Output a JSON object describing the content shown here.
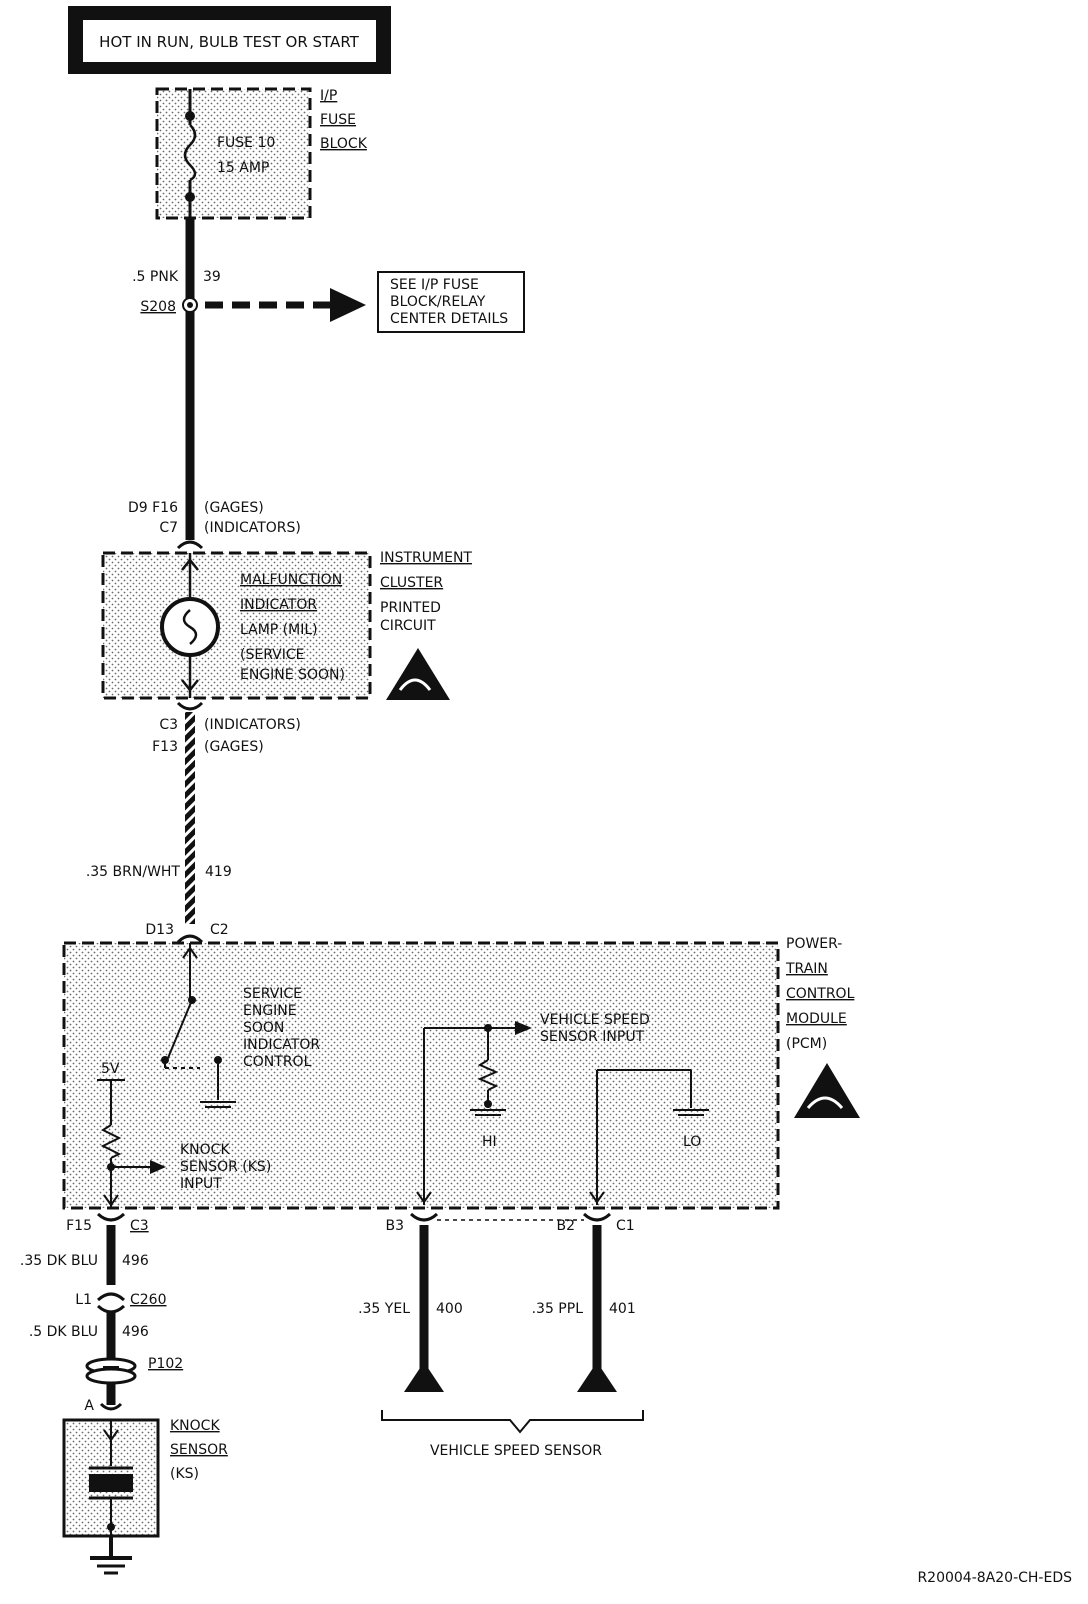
{
  "header": {
    "title": "HOT IN RUN, BULB TEST OR START"
  },
  "fuse_block": {
    "name": [
      "I/P",
      "FUSE",
      "BLOCK"
    ],
    "fuse_label": "FUSE 10",
    "fuse_rating": "15 AMP"
  },
  "wire_pnk": {
    "gauge_color": ".5 PNK",
    "circuit": "39"
  },
  "splice": {
    "id": "S208",
    "ref_text": [
      "SEE I/P FUSE",
      "BLOCK/RELAY",
      "CENTER DETAILS"
    ]
  },
  "cluster_in": {
    "pins": "D9 F16",
    "connector": "C7",
    "tag1": "(GAGES)",
    "tag2": "(INDICATORS)"
  },
  "cluster": {
    "name": [
      "INSTRUMENT",
      "CLUSTER",
      "PRINTED",
      "CIRCUIT"
    ],
    "lamp": [
      "MALFUNCTION",
      "INDICATOR",
      "LAMP (MIL)",
      "(SERVICE",
      "ENGINE SOON)"
    ]
  },
  "cluster_out": {
    "connector": "C3",
    "pins": "F13",
    "tag1": "(INDICATORS)",
    "tag2": "(GAGES)"
  },
  "wire_brn": {
    "gauge_color": ".35 BRN/WHT",
    "circuit": "419"
  },
  "pcm_in": {
    "pin": "D13",
    "connector": "C2"
  },
  "pcm": {
    "name": [
      "POWER-",
      "TRAIN",
      "CONTROL",
      "MODULE",
      "(PCM)"
    ],
    "ses_control": [
      "SERVICE",
      "ENGINE",
      "SOON",
      "INDICATOR",
      "CONTROL"
    ],
    "voltage": "5V",
    "ks_input": [
      "KNOCK",
      "SENSOR (KS)",
      "INPUT"
    ],
    "vss_input": [
      "VEHICLE SPEED",
      "SENSOR INPUT"
    ],
    "hi": "HI",
    "lo": "LO"
  },
  "pcm_out": {
    "ks_pin": "F15",
    "ks_conn": "C3",
    "vss_hi_pin": "B3",
    "vss_lo_pin": "B2",
    "vss_lo_conn": "C1"
  },
  "wire_dkblu1": {
    "gauge_color": ".35 DK BLU",
    "circuit": "496"
  },
  "inline": {
    "pin": "L1",
    "connector": "C260"
  },
  "wire_dkblu2": {
    "gauge_color": ".5 DK BLU",
    "circuit": "496"
  },
  "p102": {
    "id": "P102"
  },
  "ks": {
    "pin": "A",
    "name": [
      "KNOCK",
      "SENSOR",
      "(KS)"
    ]
  },
  "wire_yel": {
    "gauge_color": ".35 YEL",
    "circuit": "400"
  },
  "wire_ppl": {
    "gauge_color": ".35 PPL",
    "circuit": "401"
  },
  "vss": {
    "name": "VEHICLE SPEED SENSOR"
  },
  "footer": {
    "code": "R20004-8A20-CH-EDS"
  }
}
